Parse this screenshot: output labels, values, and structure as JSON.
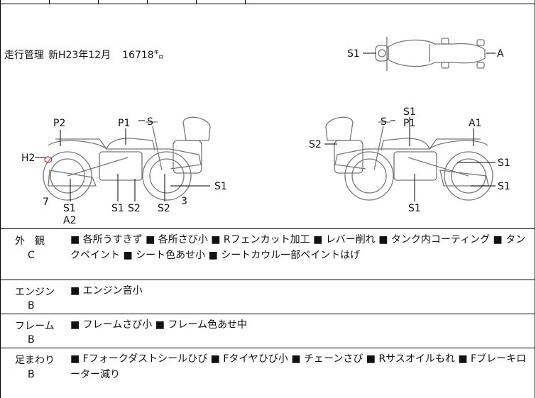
{
  "mileage": {
    "label": "走行管理",
    "registration": "新H23年12月",
    "distance": "16718㌔"
  },
  "diagram_labels": {
    "top_view": {
      "s1": "S1",
      "a": "A"
    },
    "left_side": {
      "p2": "P2",
      "p1": "P1",
      "s_mirror": "S",
      "h2": "H2",
      "n7": "7",
      "s1_front": "S1",
      "a2": "A2",
      "s1_center": "S1",
      "s2_center": "S2",
      "s2_rear": "S2",
      "n3": "3",
      "s1_rear": "S1"
    },
    "right_side": {
      "s1_top": "S1",
      "s_mirror": "S",
      "p1": "P1",
      "a1": "A1",
      "s2": "S2",
      "s1_front_fork": "S1",
      "s1_front_wheel": "S1",
      "s1_engine": "S1"
    }
  },
  "inspection": [
    {
      "category": "外　観",
      "grade": "C",
      "notes": "■ 各所うすきず ■ 各所さび小 ■ Rフェンカット加工 ■ レバー削れ ■ タンク内コーティング ■ タンクペイント ■ シート色あせ小 ■ シートカウル一部ペイントはげ"
    },
    {
      "category": "エンジン",
      "grade": "B",
      "notes": "■ エンジン音小"
    },
    {
      "category": "フレーム",
      "grade": "B",
      "notes": "■ フレームさび小 ■ フレーム色あせ中"
    },
    {
      "category": "足まわり",
      "grade": "B",
      "notes": "■ Fフォークダストシールひび ■ Fタイヤひび小 ■ チェーンさび ■ Rサスオイルもれ ■ Fブレーキローター減り"
    }
  ],
  "colors": {
    "line": "#000000",
    "drawing": "#777777",
    "marker": "#cc2222"
  }
}
